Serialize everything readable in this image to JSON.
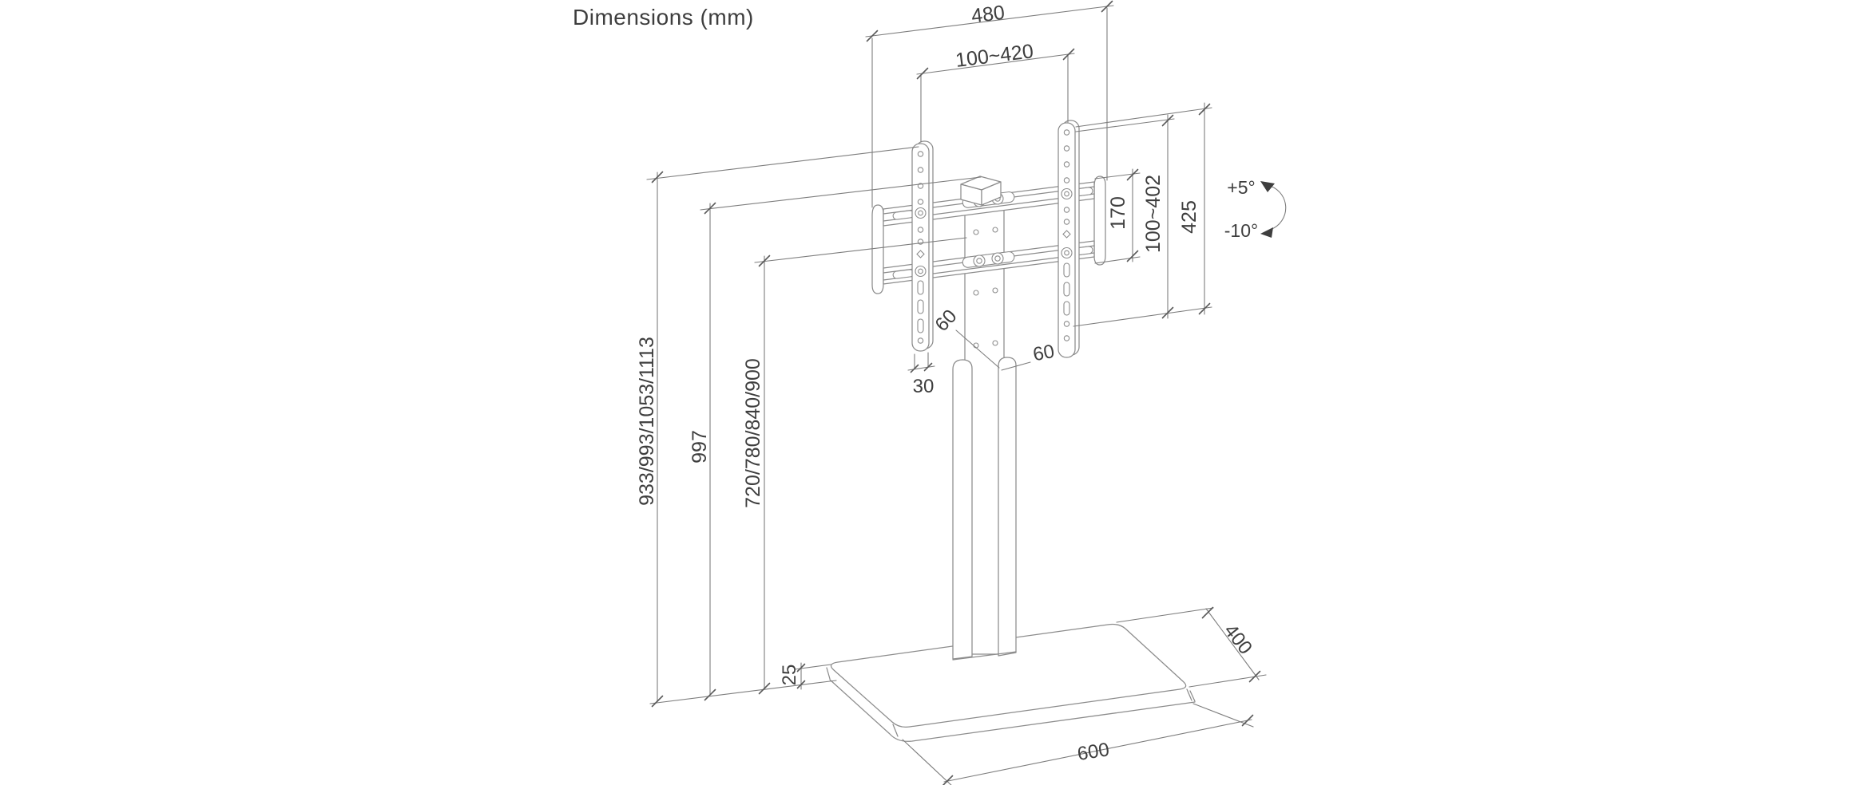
{
  "title": "Dimensions (mm)",
  "labels": {
    "width_total": "480",
    "vesa_width": "100~420",
    "bracket_height": "170",
    "vesa_height": "100~402",
    "plate_height": "425",
    "tilt_up": "+5°",
    "tilt_down": "-10°",
    "height_total": "933/993/1053/1113",
    "height_column": "997",
    "height_tv_center": "720/780/840/900",
    "column_depth": "60",
    "column_width": "60",
    "strip_width": "30",
    "base_thickness": "25",
    "base_depth": "400",
    "base_width": "600"
  },
  "colors": {
    "background": "#ffffff",
    "line": "#8c8c8c",
    "dimension_line": "#7d7d7d",
    "text": "#3e3e3e"
  }
}
